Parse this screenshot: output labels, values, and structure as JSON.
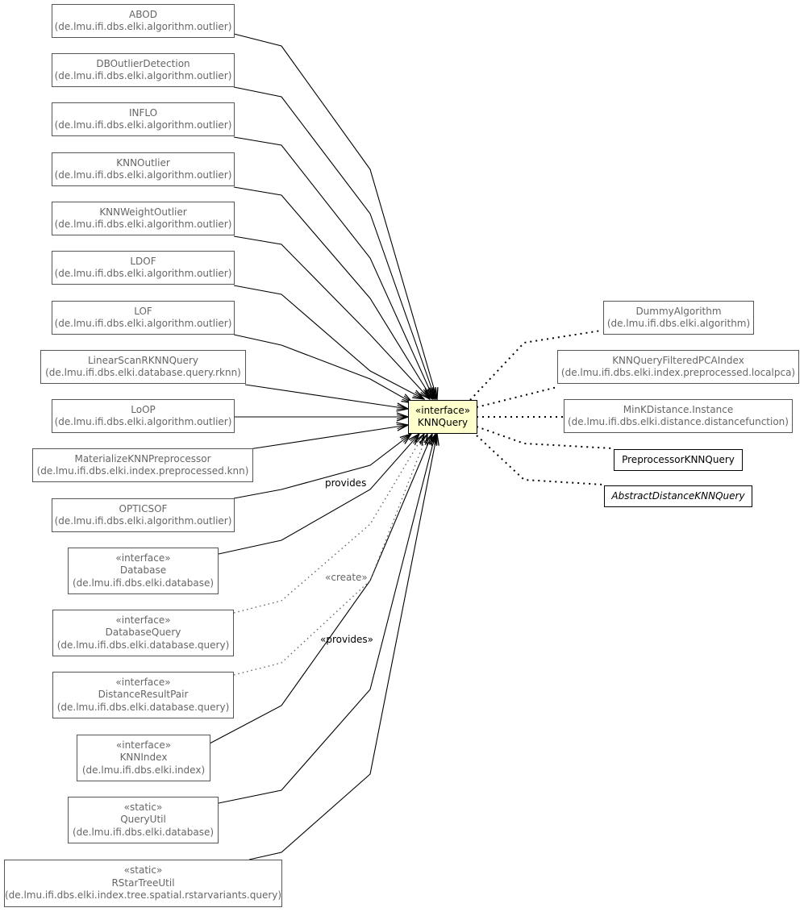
{
  "center": {
    "stereotype": "«interface»",
    "name": "KNNQuery"
  },
  "left_nodes": [
    {
      "id": "abod",
      "lines": [
        "ABOD",
        "(de.lmu.ifi.dbs.elki.algorithm.outlier)"
      ]
    },
    {
      "id": "dboutlierdetection",
      "lines": [
        "DBOutlierDetection",
        "(de.lmu.ifi.dbs.elki.algorithm.outlier)"
      ]
    },
    {
      "id": "inflo",
      "lines": [
        "INFLO",
        "(de.lmu.ifi.dbs.elki.algorithm.outlier)"
      ]
    },
    {
      "id": "knnoutlier",
      "lines": [
        "KNNOutlier",
        "(de.lmu.ifi.dbs.elki.algorithm.outlier)"
      ]
    },
    {
      "id": "knnweightoutlier",
      "lines": [
        "KNNWeightOutlier",
        "(de.lmu.ifi.dbs.elki.algorithm.outlier)"
      ]
    },
    {
      "id": "ldof",
      "lines": [
        "LDOF",
        "(de.lmu.ifi.dbs.elki.algorithm.outlier)"
      ]
    },
    {
      "id": "lof",
      "lines": [
        "LOF",
        "(de.lmu.ifi.dbs.elki.algorithm.outlier)"
      ]
    },
    {
      "id": "linearscanrknnquery",
      "lines": [
        "LinearScanRKNNQuery",
        "(de.lmu.ifi.dbs.elki.database.query.rknn)"
      ]
    },
    {
      "id": "loop",
      "lines": [
        "LoOP",
        "(de.lmu.ifi.dbs.elki.algorithm.outlier)"
      ]
    },
    {
      "id": "materializeknnpreprocessor",
      "lines": [
        "MaterializeKNNPreprocessor",
        "(de.lmu.ifi.dbs.elki.index.preprocessed.knn)"
      ]
    },
    {
      "id": "opticsof",
      "lines": [
        "OPTICSOF",
        "(de.lmu.ifi.dbs.elki.algorithm.outlier)"
      ]
    },
    {
      "id": "database",
      "lines": [
        "«interface»",
        "Database",
        "(de.lmu.ifi.dbs.elki.database)"
      ]
    },
    {
      "id": "databasequery",
      "lines": [
        "«interface»",
        "DatabaseQuery",
        "(de.lmu.ifi.dbs.elki.database.query)"
      ]
    },
    {
      "id": "distanceresultpair",
      "lines": [
        "«interface»",
        "DistanceResultPair",
        "(de.lmu.ifi.dbs.elki.database.query)"
      ]
    },
    {
      "id": "knnindex",
      "lines": [
        "«interface»",
        "KNNIndex",
        "(de.lmu.ifi.dbs.elki.index)"
      ]
    },
    {
      "id": "queryutil",
      "lines": [
        "«static»",
        "QueryUtil",
        "(de.lmu.ifi.dbs.elki.database)"
      ]
    },
    {
      "id": "rstartreeutil",
      "lines": [
        "«static»",
        "RStarTreeUtil",
        "(de.lmu.ifi.dbs.elki.index.tree.spatial.rstarvariants.query)"
      ]
    }
  ],
  "right_nodes": [
    {
      "id": "dummyalgorithm",
      "lines": [
        "DummyAlgorithm",
        "(de.lmu.ifi.dbs.elki.algorithm)"
      ]
    },
    {
      "id": "knnqueryfilteredpcaindex",
      "lines": [
        "KNNQueryFilteredPCAIndex",
        "(de.lmu.ifi.dbs.elki.index.preprocessed.localpca)"
      ]
    },
    {
      "id": "minkdistance-instance",
      "lines": [
        "MinKDistance.Instance",
        "(de.lmu.ifi.dbs.elki.distance.distancefunction)"
      ]
    },
    {
      "id": "preprocessorknnquery",
      "lines": [
        "PreprocessorKNNQuery"
      ]
    },
    {
      "id": "abstractdistanceknnquery",
      "lines": [
        "AbstractDistanceKNNQuery"
      ]
    }
  ],
  "edge_labels": {
    "provides": "provides",
    "create": "«create»",
    "provides_stereo": "«provides»"
  },
  "colors": {
    "center_fill": "#ffffcc",
    "box_border": "#555555",
    "text_gray": "#666666",
    "line": "#000000"
  }
}
